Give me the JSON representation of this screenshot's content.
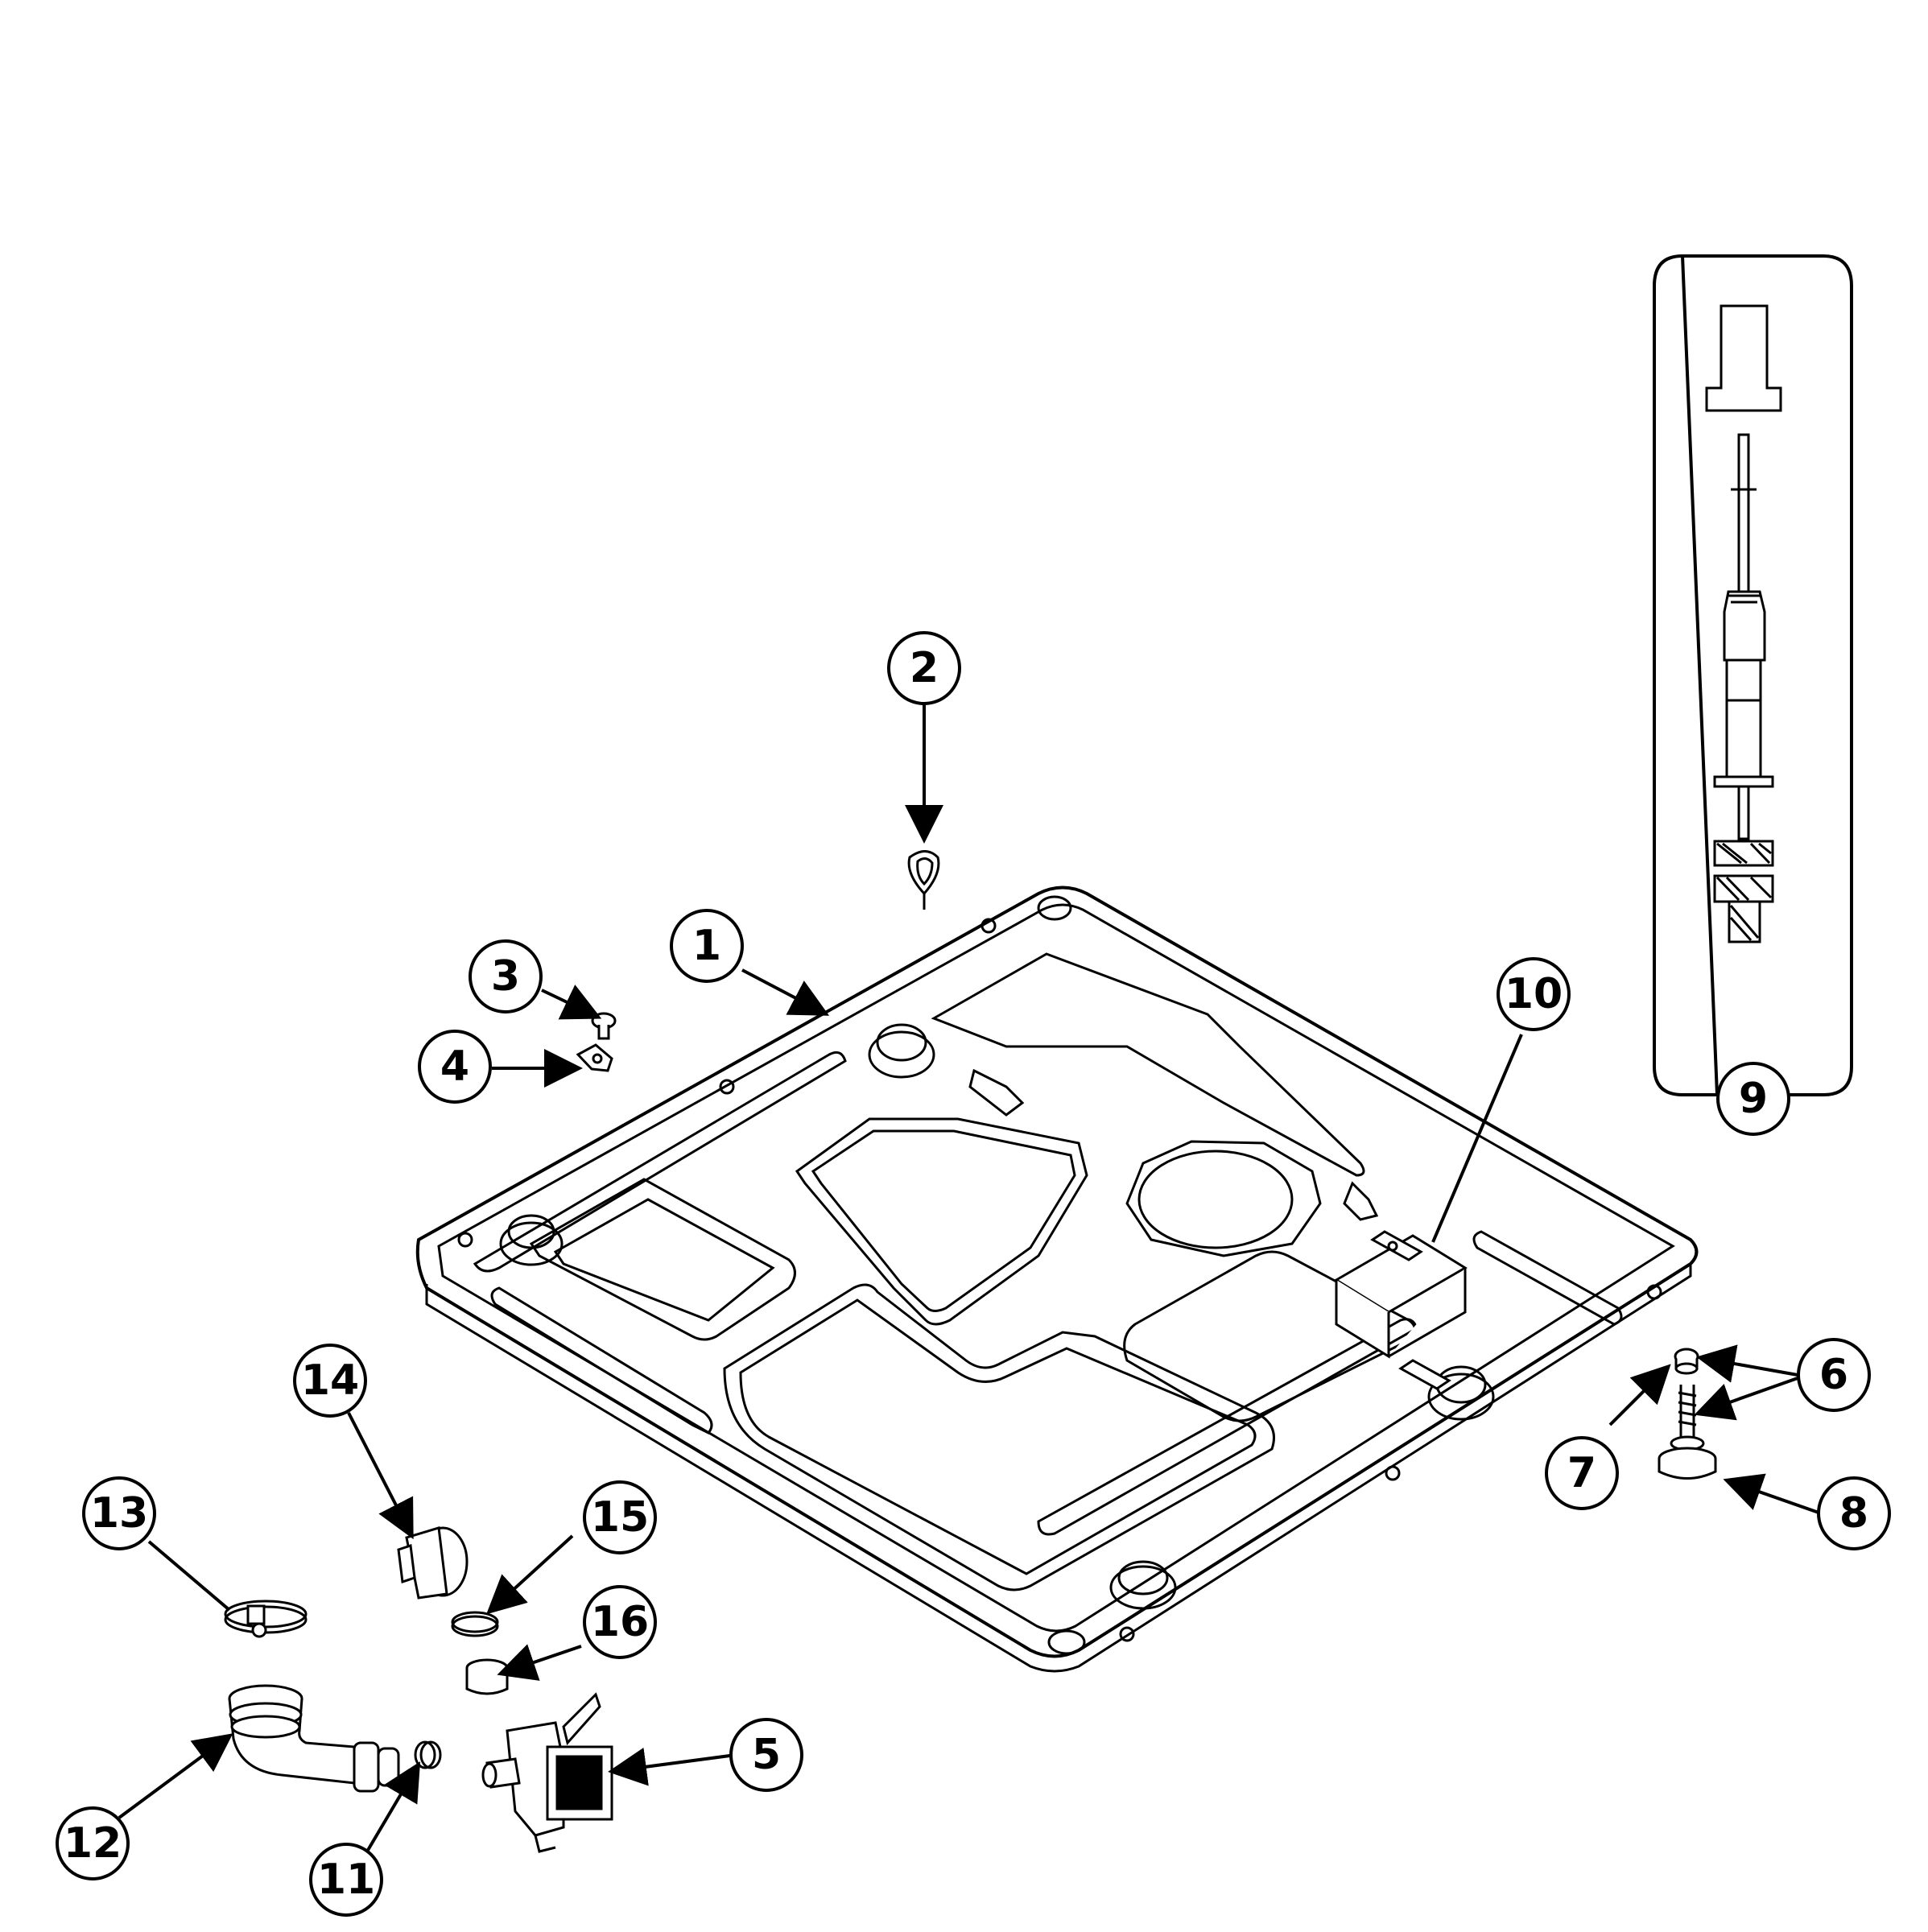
{
  "diagram": {
    "callouts": [
      {
        "id": "c1",
        "label": "1"
      },
      {
        "id": "c2",
        "label": "2"
      },
      {
        "id": "c3",
        "label": "3"
      },
      {
        "id": "c4",
        "label": "4"
      },
      {
        "id": "c5",
        "label": "5"
      },
      {
        "id": "c6",
        "label": "6"
      },
      {
        "id": "c7",
        "label": "7"
      },
      {
        "id": "c8",
        "label": "8"
      },
      {
        "id": "c9",
        "label": "9"
      },
      {
        "id": "c10",
        "label": "10"
      },
      {
        "id": "c11",
        "label": "11"
      },
      {
        "id": "c12",
        "label": "12"
      },
      {
        "id": "c13",
        "label": "13"
      },
      {
        "id": "c14",
        "label": "14"
      },
      {
        "id": "c15",
        "label": "15"
      },
      {
        "id": "c16",
        "label": "16"
      }
    ],
    "colors": {
      "line": "#000000",
      "background": "#ffffff"
    }
  }
}
